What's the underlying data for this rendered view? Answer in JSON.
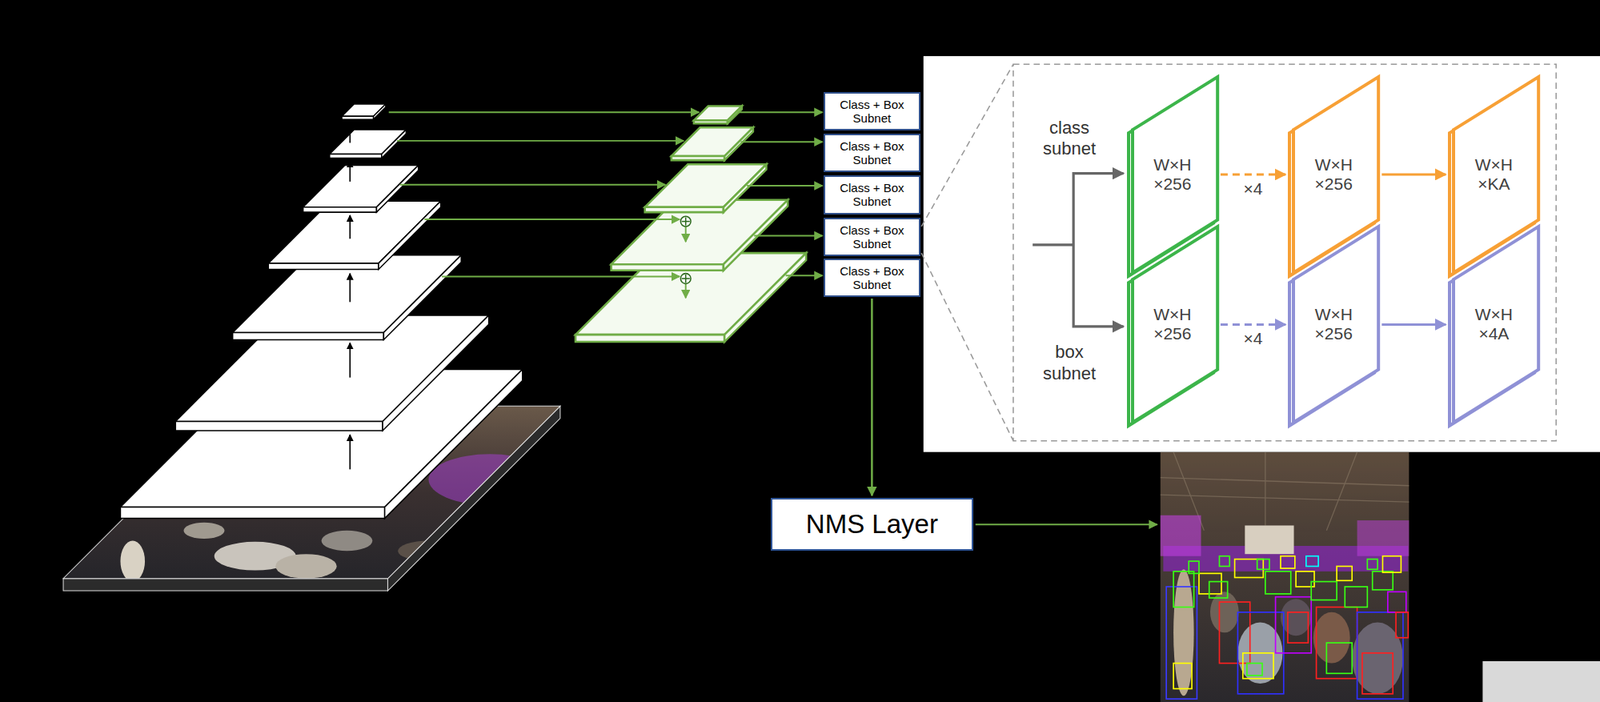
{
  "diagram": {
    "nodes": [
      {
        "text": [
          "Class + Box Subnet"
        ]
      },
      {
        "text": [
          "Class + Box Subnet"
        ]
      },
      {
        "text": [
          "Class + Box Subnet"
        ]
      },
      {
        "text": [
          "Class + Box Subnet"
        ]
      },
      {
        "text": [
          "Class + Box Subnet"
        ]
      },
      {
        "text": [
          "W×H ×256"
        ]
      },
      {
        "text": [
          "W×H ×256"
        ]
      },
      {
        "text": [
          "W×H ×KA"
        ]
      },
      {
        "text": [
          "W×H ×256"
        ]
      },
      {
        "text": [
          "W×H ×256"
        ]
      },
      {
        "text": [
          "W×H ×4A"
        ]
      },
      {
        "text": [
          "NMS Layer"
        ]
      }
    ],
    "edges": [
      {
        "from": 4,
        "to": 11,
        "arrow": "to"
      },
      {
        "from": 5,
        "to": 6,
        "label": "×4",
        "arrow": "to"
      },
      {
        "from": 6,
        "to": 7,
        "arrow": "to"
      },
      {
        "from": 8,
        "to": 9,
        "label": "×4",
        "arrow": "to"
      },
      {
        "from": 9,
        "to": 10,
        "arrow": "to"
      }
    ],
    "labels": [
      "class subnet",
      "box subnet"
    ]
  }
}
